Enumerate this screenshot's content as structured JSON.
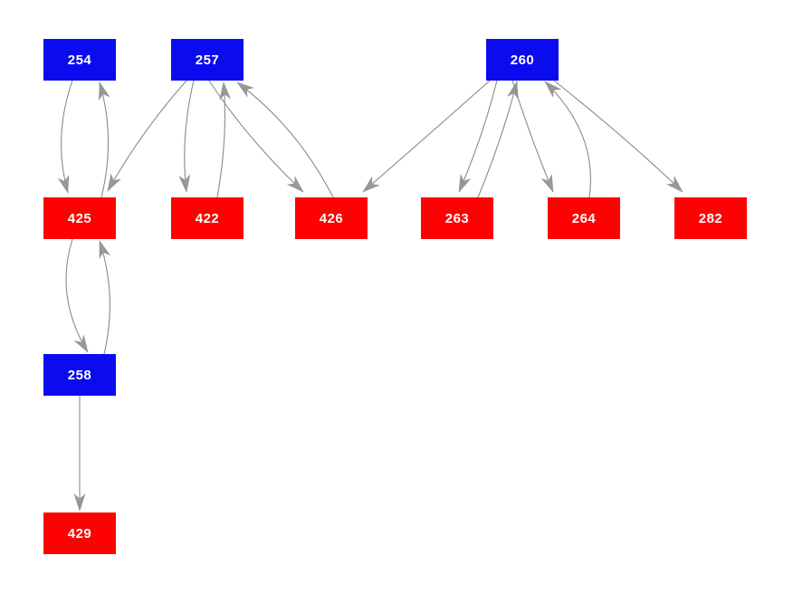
{
  "diagram": {
    "background_color": "#ffffff",
    "edge_color": "#8a8a8a",
    "arrowhead_color": "#979797",
    "label_color": "#ffffff",
    "node_colors": {
      "blue": "#0b0bef",
      "red": "#fd0202"
    },
    "nodes": [
      {
        "id": "254",
        "label": "254",
        "color": "blue"
      },
      {
        "id": "257",
        "label": "257",
        "color": "blue"
      },
      {
        "id": "260",
        "label": "260",
        "color": "blue"
      },
      {
        "id": "425",
        "label": "425",
        "color": "red"
      },
      {
        "id": "422",
        "label": "422",
        "color": "red"
      },
      {
        "id": "426",
        "label": "426",
        "color": "red"
      },
      {
        "id": "263",
        "label": "263",
        "color": "red"
      },
      {
        "id": "264",
        "label": "264",
        "color": "red"
      },
      {
        "id": "282",
        "label": "282",
        "color": "red"
      },
      {
        "id": "258",
        "label": "258",
        "color": "blue"
      },
      {
        "id": "429",
        "label": "429",
        "color": "red"
      }
    ],
    "edges": [
      {
        "from": "254",
        "to": "425"
      },
      {
        "from": "425",
        "to": "254"
      },
      {
        "from": "257",
        "to": "425"
      },
      {
        "from": "257",
        "to": "422"
      },
      {
        "from": "422",
        "to": "257"
      },
      {
        "from": "257",
        "to": "426"
      },
      {
        "from": "426",
        "to": "257"
      },
      {
        "from": "260",
        "to": "426"
      },
      {
        "from": "260",
        "to": "263"
      },
      {
        "from": "263",
        "to": "260"
      },
      {
        "from": "260",
        "to": "264"
      },
      {
        "from": "264",
        "to": "260"
      },
      {
        "from": "260",
        "to": "282"
      },
      {
        "from": "425",
        "to": "258"
      },
      {
        "from": "258",
        "to": "425"
      },
      {
        "from": "258",
        "to": "429"
      }
    ]
  }
}
